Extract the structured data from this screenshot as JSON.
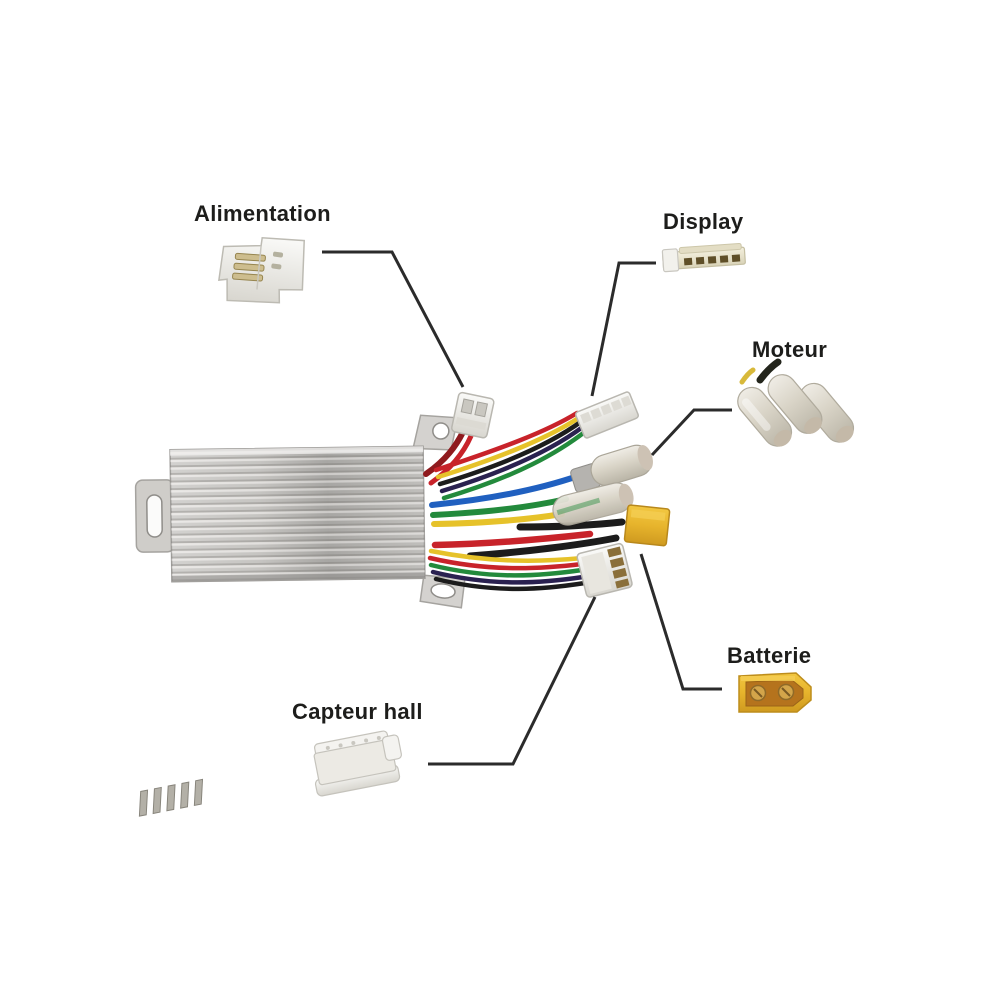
{
  "page": {
    "background_color": "#ffffff",
    "kind": "product wiring diagram"
  },
  "diagram": {
    "subject": "e-scooter motor controller with labelled connectors",
    "components": [
      {
        "id": "alimentation",
        "label": "Alimentation",
        "icon": "power-connector-icon"
      },
      {
        "id": "display",
        "label": "Display",
        "icon": "display-connector-icon"
      },
      {
        "id": "moteur",
        "label": "Moteur",
        "icon": "motor-bullet-connectors-icon"
      },
      {
        "id": "batterie",
        "label": "Batterie",
        "icon": "xt60-battery-connector-icon"
      },
      {
        "id": "capteur_hall",
        "label": "Capteur hall",
        "icon": "hall-sensor-connector-icon"
      }
    ],
    "colors": {
      "label_text": "#1d1d1b",
      "callout_line": "#2b2b2b",
      "controller_silver": "#c9c7c5",
      "wire_red": "#c8232a",
      "wire_dark_red": "#8f1a1e",
      "wire_black": "#1c1c1c",
      "wire_blue": "#2060c0",
      "wire_green": "#238a3c",
      "wire_yellow": "#e6c22a",
      "wire_navy": "#2a2150",
      "xt60_yellow": "#e7b42c",
      "connector_cream": "#ece7d2",
      "connector_white": "#f2f1ed",
      "bullet_translucent": "#ddd8cc"
    }
  }
}
